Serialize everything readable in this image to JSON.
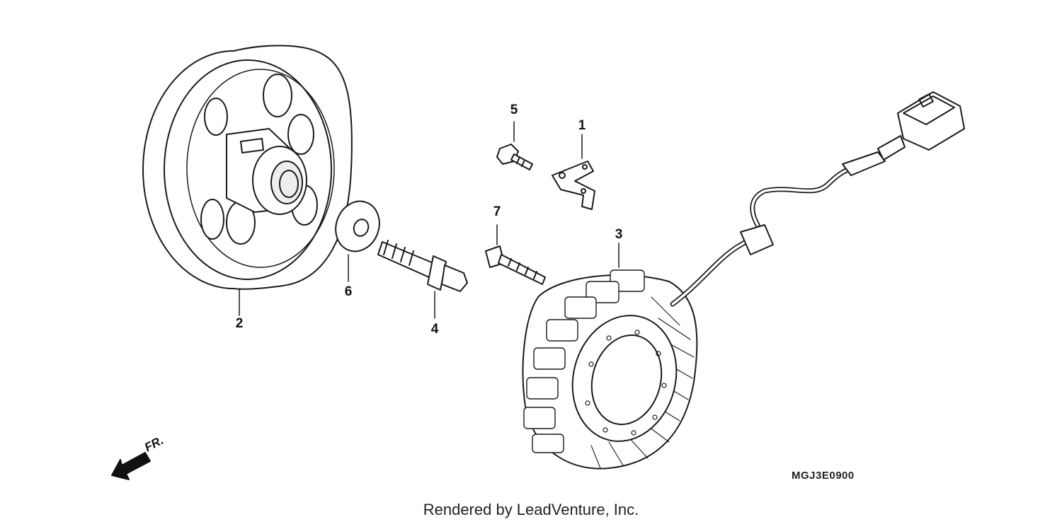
{
  "callouts": {
    "c1": "1",
    "c2": "2",
    "c3": "3",
    "c4": "4",
    "c5": "5",
    "c6": "6",
    "c7": "7"
  },
  "direction_label": "FR.",
  "diagram_code": "MGJ3E0900",
  "credit": "Rendered by LeadVenture, Inc."
}
